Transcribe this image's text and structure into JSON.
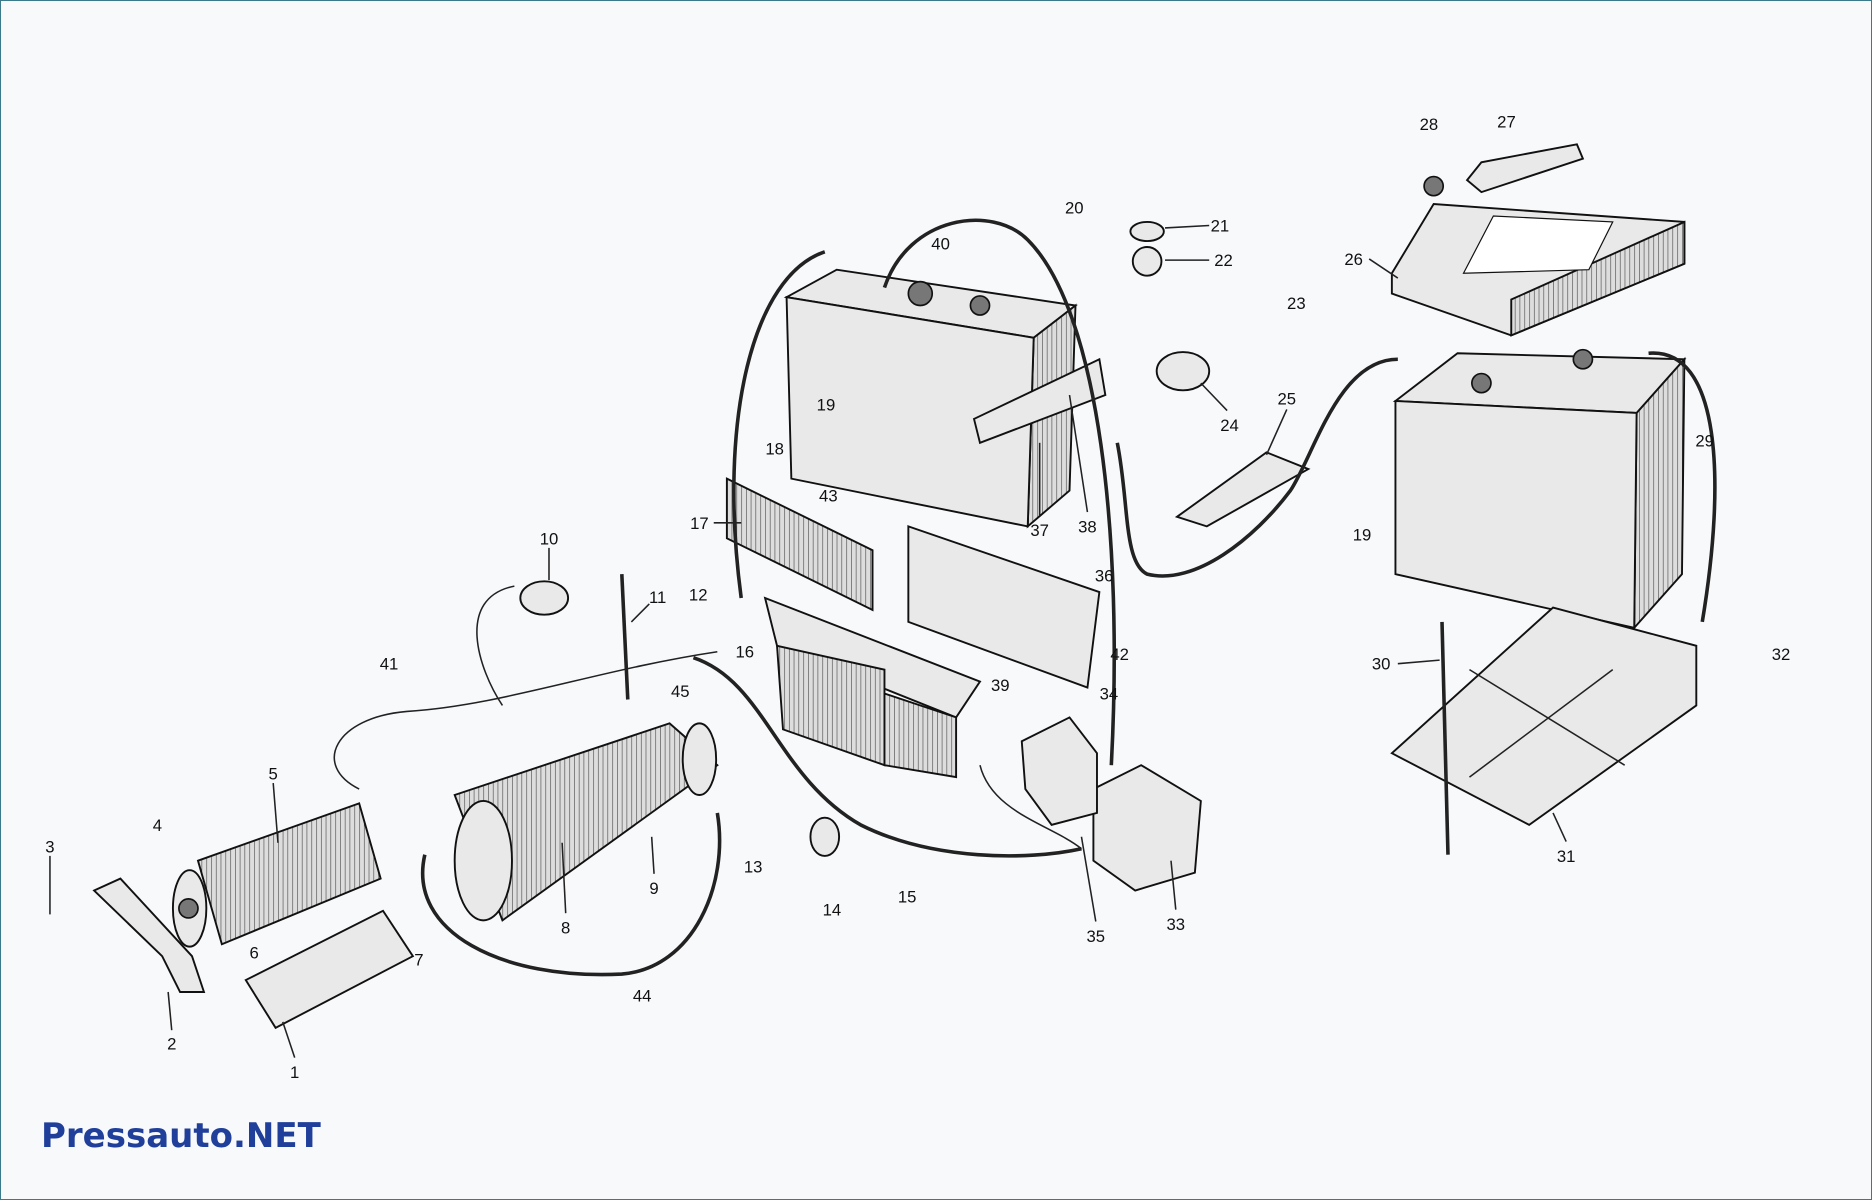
{
  "diagram": {
    "type": "exploded-parts-diagram",
    "labels": {
      "p1": "1",
      "p2": "2",
      "p3": "3",
      "p4": "4",
      "p5": "5",
      "p6": "6",
      "p7": "7",
      "p8": "8",
      "p9": "9",
      "p10": "10",
      "p11": "11",
      "p12": "12",
      "p13": "13",
      "p14": "14",
      "p15": "15",
      "p16": "16",
      "p17": "17",
      "p18": "18",
      "p19a": "19",
      "p19b": "19",
      "p20": "20",
      "p21": "21",
      "p22": "22",
      "p23": "23",
      "p24": "24",
      "p25": "25",
      "p26": "26",
      "p27": "27",
      "p28": "28",
      "p29": "29",
      "p30": "30",
      "p31": "31",
      "p32": "32",
      "p33": "33",
      "p34": "34",
      "p35": "35",
      "p36": "36",
      "p37": "37",
      "p38": "38",
      "p39": "39",
      "p40": "40",
      "p41": "41",
      "p42": "42",
      "p43": "43",
      "p44": "44",
      "p45": "45"
    }
  },
  "watermark": {
    "text": "Pressauto.NET",
    "color": "#1f3f9a"
  }
}
